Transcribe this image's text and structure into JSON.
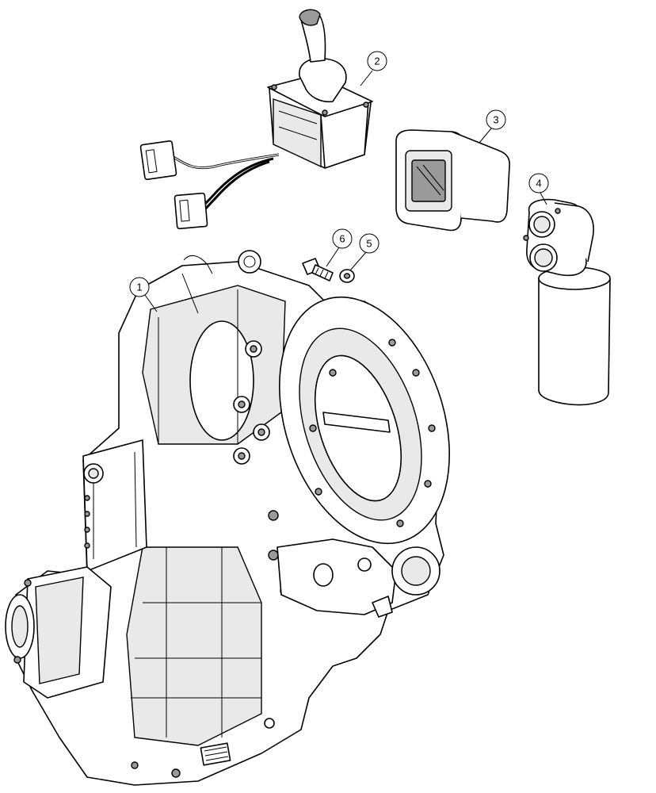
{
  "callouts": [
    {
      "id": "1",
      "label": "1",
      "part": "transmission"
    },
    {
      "id": "2",
      "label": "2",
      "part": "joystick-control"
    },
    {
      "id": "3",
      "label": "3",
      "part": "filter-element"
    },
    {
      "id": "4",
      "label": "4",
      "part": "oil-filter-assembly"
    },
    {
      "id": "5",
      "label": "5",
      "part": "washer"
    },
    {
      "id": "6",
      "label": "6",
      "part": "bolt"
    }
  ],
  "colors": {
    "line": "#000000",
    "background": "#ffffff",
    "shade": "#e9e9e9"
  }
}
